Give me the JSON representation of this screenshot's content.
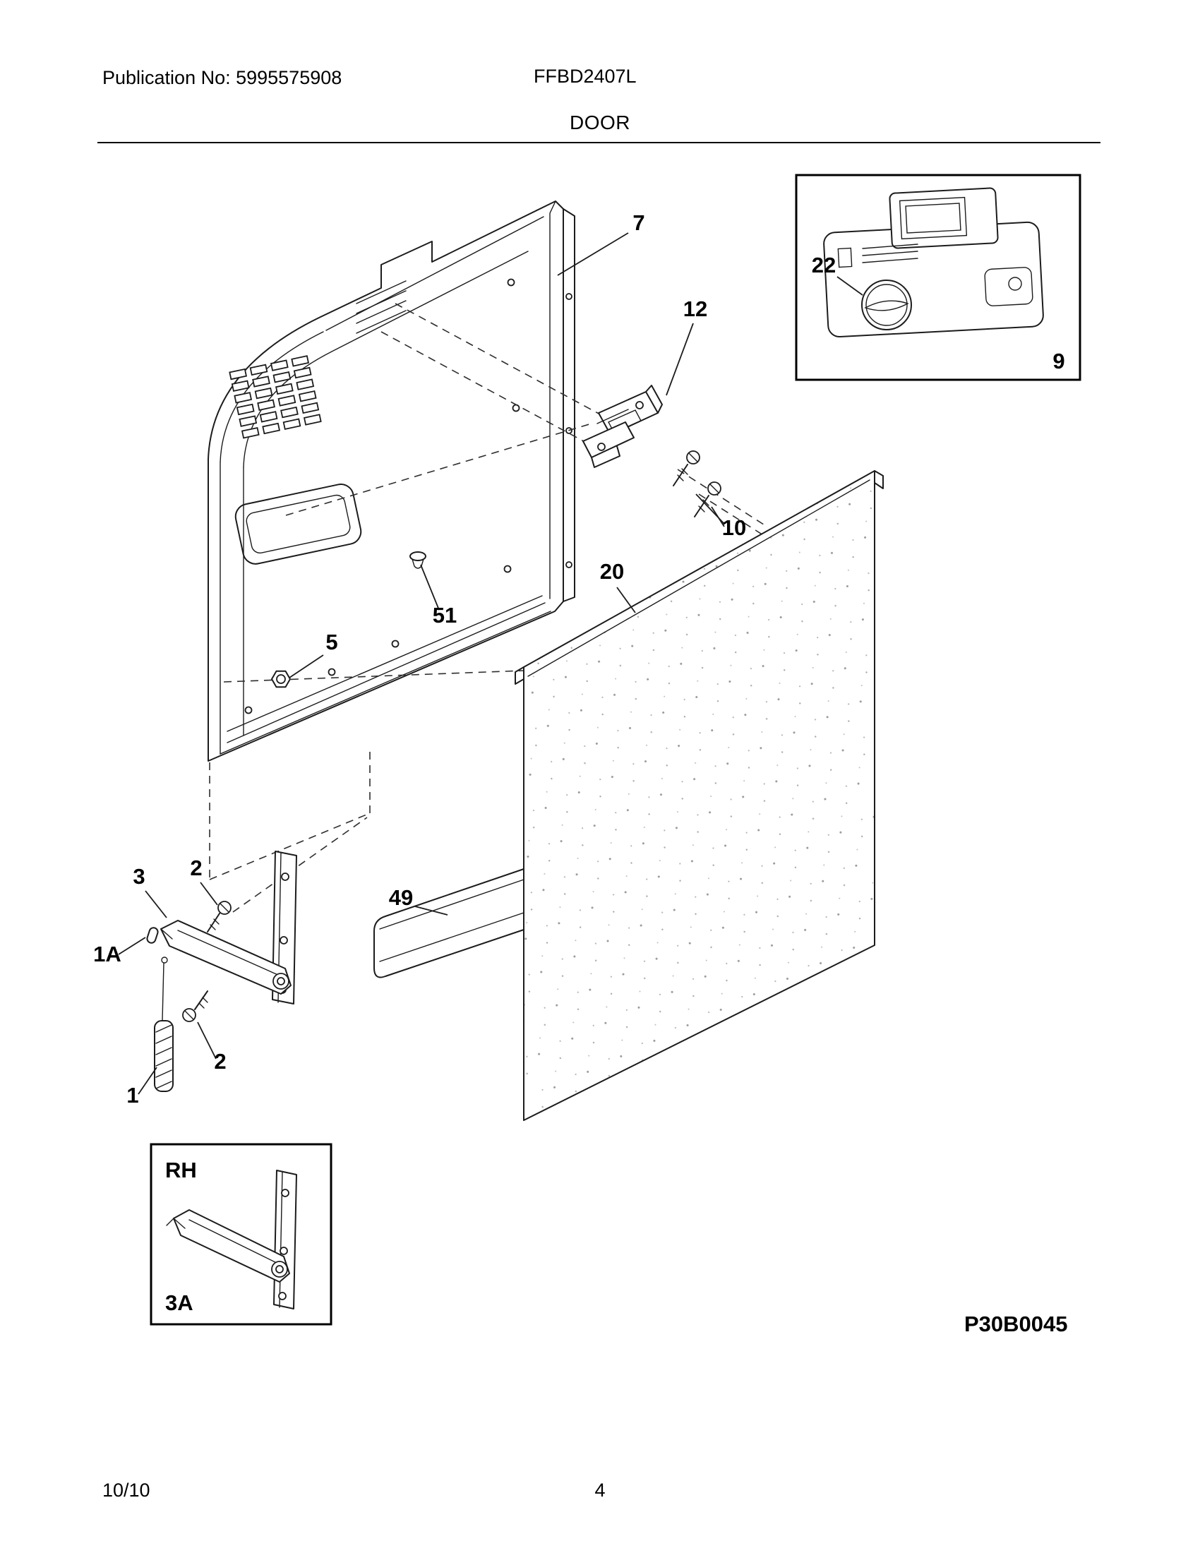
{
  "header": {
    "publication_label": "Publication No: 5995575908",
    "model_number": "FFBD2407L"
  },
  "title": "DOOR",
  "diagram": {
    "code": "P30B0045",
    "callouts": {
      "panel_inner": "7",
      "latch": "12",
      "dispenser_knob": "22",
      "dispenser": "9",
      "latch_screws": "10",
      "panel_outer": "20",
      "clip": "51",
      "nut": "5",
      "hinge_clip": "3",
      "screw_upper": "2",
      "bumper": "1A",
      "spring": "1",
      "screw_lower": "2",
      "vent_strip": "49",
      "inset_side": "RH",
      "inset_arm": "3A"
    }
  },
  "footer": {
    "revision": "10/10",
    "page": "4"
  }
}
